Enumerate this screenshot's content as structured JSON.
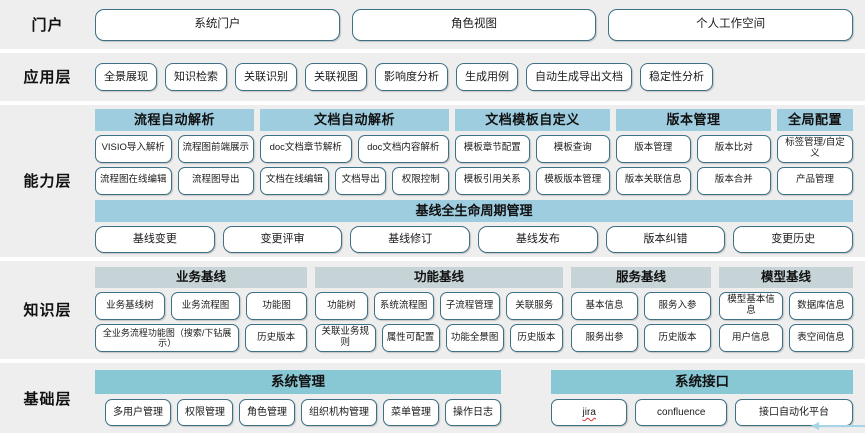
{
  "layers": [
    {
      "id": "portal",
      "label": "门户",
      "items": [
        "系统门户",
        "角色视图",
        "个人工作空间"
      ]
    },
    {
      "id": "application",
      "label": "应用层",
      "items": [
        "全景展现",
        "知识检索",
        "关联识别",
        "关联视图",
        "影响度分析",
        "生成用例",
        "自动生成导出文档",
        "稳定性分析"
      ]
    },
    {
      "id": "capability",
      "label": "能力层",
      "groups": [
        {
          "title": "流程自动解析",
          "rows": [
            [
              "VISIO导入解析",
              "流程图前端展示"
            ],
            [
              "流程图在线编辑",
              "流程图导出"
            ]
          ]
        },
        {
          "title": "文档自动解析",
          "rows": [
            [
              "doc文档章节解析",
              "doc文档内容解析"
            ],
            [
              "文档在线编辑",
              "文档导出",
              "权限控制"
            ]
          ]
        },
        {
          "title": "文档模板自定义",
          "rows": [
            [
              "模板章节配置",
              "模板查询"
            ],
            [
              "模板引用关系",
              "模板版本管理"
            ]
          ]
        },
        {
          "title": "版本管理",
          "rows": [
            [
              "版本管理",
              "版本比对"
            ],
            [
              "版本关联信息",
              "版本合并"
            ]
          ]
        },
        {
          "title": "全局配置",
          "rows": [
            [
              "标签管理/自定义"
            ],
            [
              "产品管理"
            ]
          ]
        }
      ],
      "lifecycle": {
        "title": "基线全生命周期管理",
        "items": [
          "基线变更",
          "变更评审",
          "基线修订",
          "基线发布",
          "版本纠错",
          "变更历史"
        ]
      }
    },
    {
      "id": "knowledge",
      "label": "知识层",
      "groups": [
        {
          "title": "业务基线",
          "rows": [
            [
              "业务基线树",
              "业务流程图",
              "功能图"
            ],
            [
              "全业务流程功能图（搜索/下钻展示）",
              "历史版本"
            ]
          ]
        },
        {
          "title": "功能基线",
          "rows": [
            [
              "功能树",
              "系统流程图",
              "子流程管理",
              "关联服务"
            ],
            [
              "关联业务规则",
              "属性可配置",
              "功能全景图",
              "历史版本"
            ]
          ]
        },
        {
          "title": "服务基线",
          "rows": [
            [
              "基本信息",
              "服务入参"
            ],
            [
              "服务出参",
              "历史版本"
            ]
          ]
        },
        {
          "title": "模型基线",
          "rows": [
            [
              "模型基本信息",
              "数据库信息"
            ],
            [
              "用户信息",
              "表空间信息"
            ]
          ]
        }
      ]
    },
    {
      "id": "foundation",
      "label": "基础层",
      "groups": [
        {
          "title": "系统管理",
          "rows": [
            [
              "多用户管理",
              "权限管理",
              "角色管理",
              "组织机构管理",
              "菜单管理",
              "操作日志"
            ]
          ]
        },
        {
          "title": "系统接口",
          "rows": [
            [
              "jira",
              "confluence",
              "接口自动化平台"
            ]
          ]
        }
      ]
    }
  ],
  "colors": {
    "band_background": "#eeeeee",
    "pill_border": "#3d6f85",
    "capability_header": "#9ecde0",
    "knowledge_header": "#c7d4d7",
    "foundation_header": "#88c7d4",
    "page_background": "#ffffff",
    "corner_arrow": "#a8d5e5"
  }
}
